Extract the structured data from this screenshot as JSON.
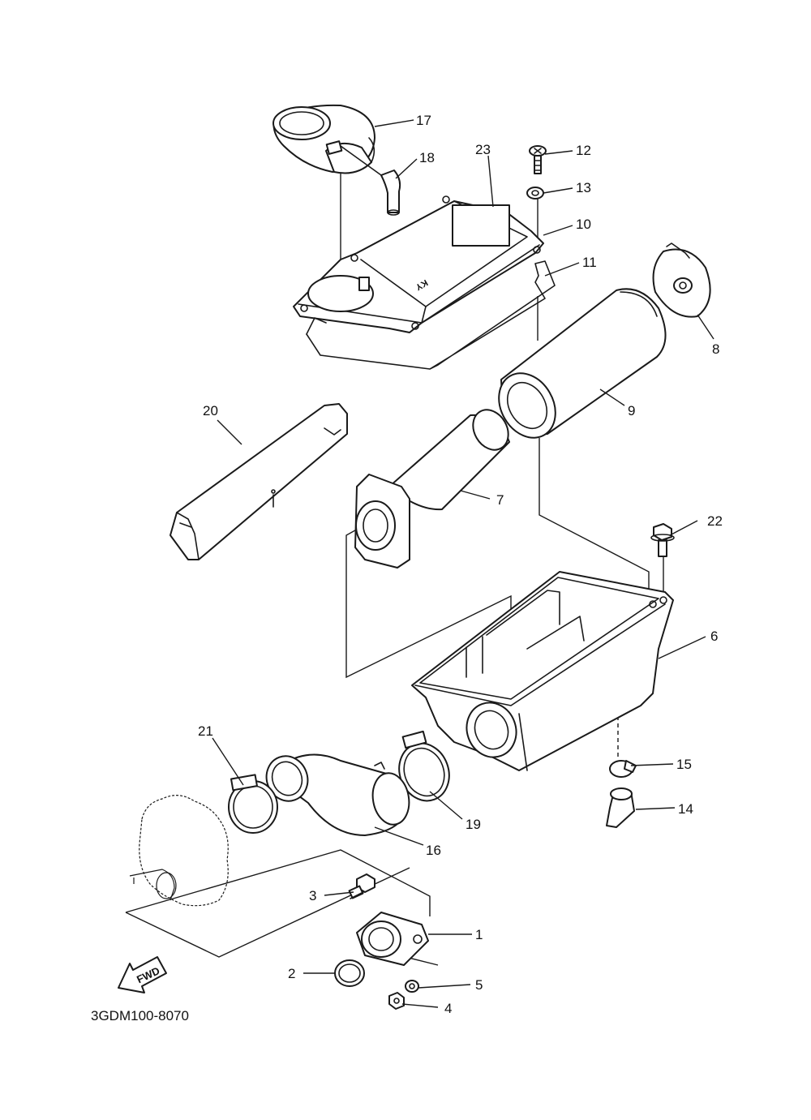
{
  "diagram": {
    "drawing_code": "3GDM100-8070",
    "fwd_arrow_label": "FWD",
    "cover_marking": "KY",
    "callouts": {
      "p1": "1",
      "p2": "2",
      "p3": "3",
      "p4": "4",
      "p5": "5",
      "p6": "6",
      "p7": "7",
      "p8": "8",
      "p9": "9",
      "p10": "10",
      "p11": "11",
      "p12": "12",
      "p13": "13",
      "p14": "14",
      "p15": "15",
      "p16": "16",
      "p17": "17",
      "p18": "18",
      "p19": "19",
      "p20": "20",
      "p21": "21",
      "p22": "22",
      "p23": "23"
    }
  }
}
